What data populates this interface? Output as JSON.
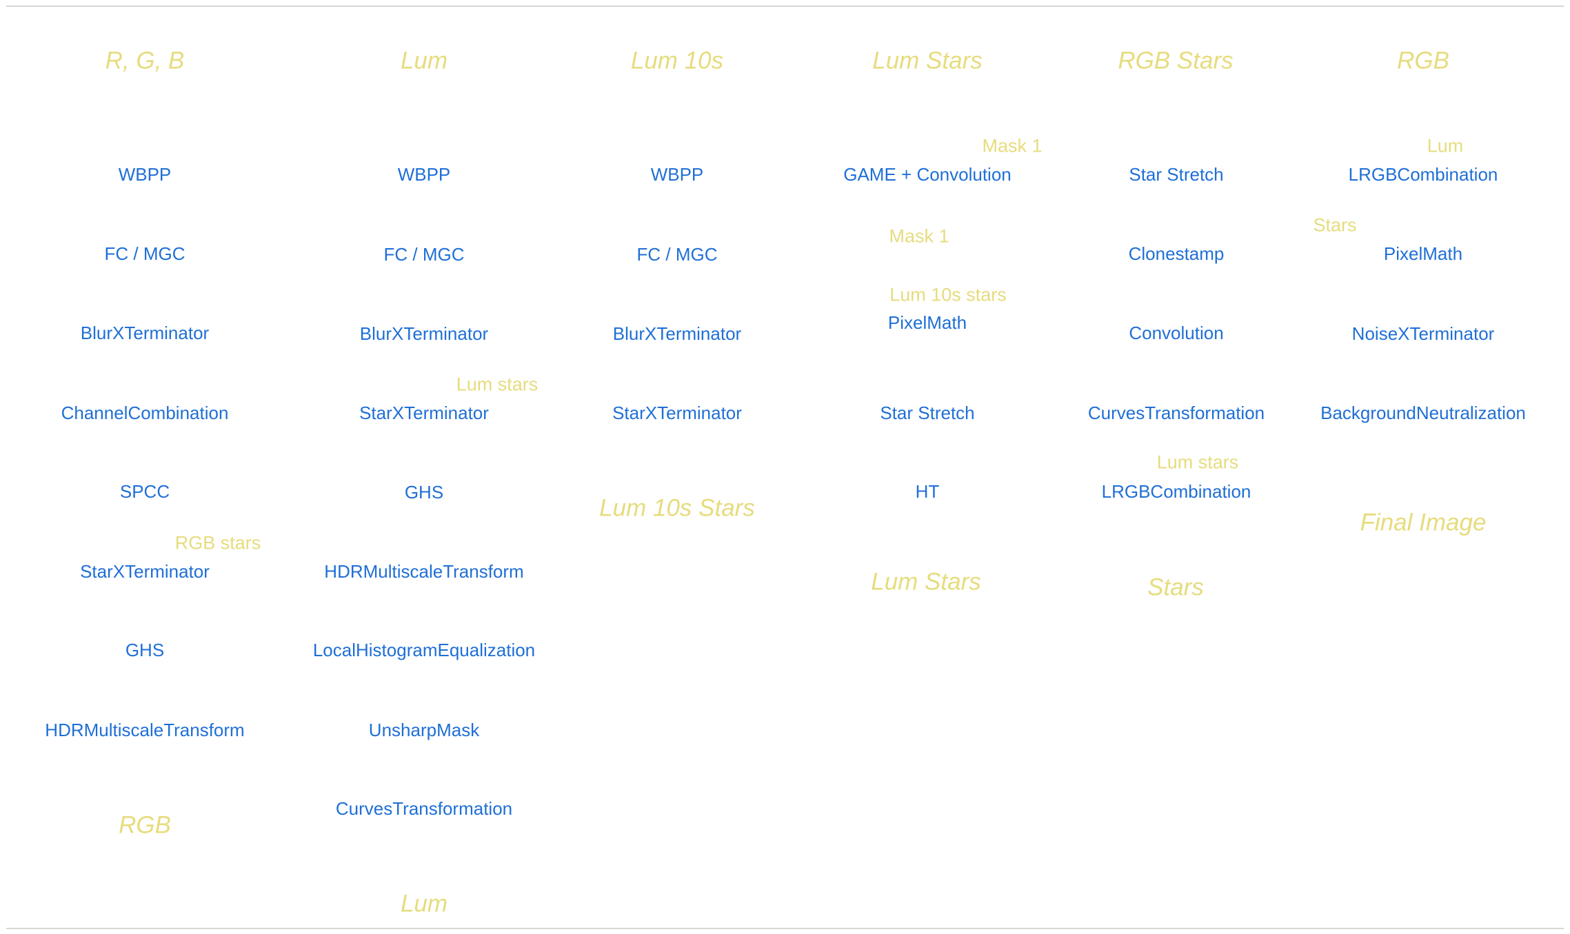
{
  "columns": [
    {
      "heading": "R, G, B",
      "steps": [
        "WBPP",
        "FC / MGC",
        "BlurXTerminator",
        "ChannelCombination",
        "SPCC",
        "StarXTerminator",
        "GHS",
        "HDRMultiscaleTransform"
      ],
      "notes": [
        "RGB stars"
      ],
      "output": "RGB"
    },
    {
      "heading": "Lum",
      "steps": [
        "WBPP",
        "FC / MGC",
        "BlurXTerminator",
        "StarXTerminator",
        "GHS",
        "HDRMultiscaleTransform",
        "LocalHistogramEqualization",
        "UnsharpMask",
        "CurvesTransformation"
      ],
      "notes": [
        "Lum stars"
      ],
      "output": "Lum"
    },
    {
      "heading": "Lum 10s",
      "steps": [
        "WBPP",
        "FC / MGC",
        "BlurXTerminator",
        "StarXTerminator"
      ],
      "notes": [],
      "output": "Lum 10s Stars"
    },
    {
      "heading": "Lum Stars",
      "steps": [
        "GAME + Convolution",
        "PixelMath",
        "Star Stretch",
        "HT"
      ],
      "notes": [
        "Mask 1",
        "Mask 1",
        "Lum 10s stars"
      ],
      "output": "Lum Stars"
    },
    {
      "heading": "RGB Stars",
      "steps": [
        "Star Stretch",
        "Clonestamp",
        "Convolution",
        "CurvesTransformation",
        "LRGBCombination"
      ],
      "notes": [
        "Lum stars"
      ],
      "output": "Stars"
    },
    {
      "heading": "RGB",
      "steps": [
        "LRGBCombination",
        "PixelMath",
        "NoiseXTerminator",
        "BackgroundNeutralization"
      ],
      "notes": [
        "Lum",
        "Stars"
      ],
      "output": "Final Image"
    }
  ],
  "colors": {
    "step_text": "#1f6fd6",
    "annotation_text": "#e6dc7d",
    "divider": "#d6d6d6"
  }
}
